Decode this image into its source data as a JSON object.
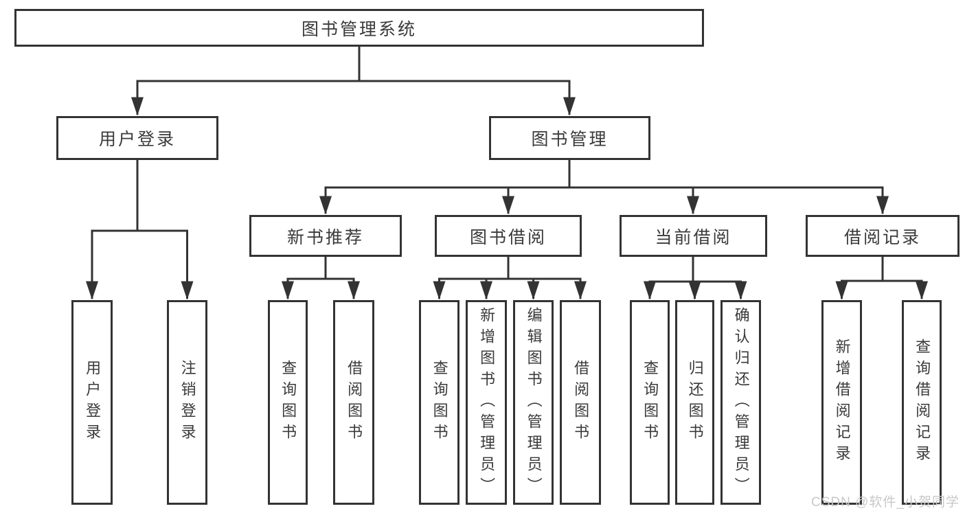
{
  "title": "图书管理系统",
  "watermark": {
    "text": "CSDN @软件_小贺同学"
  },
  "colors": {
    "line": "#333333",
    "border": "#333333",
    "text": "#3a3a3a",
    "background": "#ffffff",
    "watermark": "#c8c8c8"
  },
  "nodes": {
    "root": {
      "label": "图书管理系统"
    },
    "user_login": {
      "label": "用户登录",
      "parent": "图书管理系统"
    },
    "book_management": {
      "label": "图书管理",
      "parent": "图书管理系统"
    },
    "new_book_recommend": {
      "label": "新书推荐",
      "parent": "图书管理"
    },
    "book_borrow": {
      "label": "图书借阅",
      "parent": "图书管理"
    },
    "current_borrow": {
      "label": "当前借阅",
      "parent": "图书管理"
    },
    "borrow_records": {
      "label": "借阅记录",
      "parent": "图书管理"
    },
    "leaves": [
      {
        "label": "用户登录",
        "parent": "用户登录"
      },
      {
        "label": "注销登录",
        "parent": "用户登录"
      },
      {
        "label": "查询图书",
        "parent": "新书推荐"
      },
      {
        "label": "借阅图书",
        "parent": "新书推荐"
      },
      {
        "label": "查询图书",
        "parent": "图书借阅"
      },
      {
        "label": "新增图书（管理员）",
        "parent": "图书借阅"
      },
      {
        "label": "编辑图书（管理员）",
        "parent": "图书借阅"
      },
      {
        "label": "借阅图书",
        "parent": "图书借阅"
      },
      {
        "label": "查询图书",
        "parent": "当前借阅"
      },
      {
        "label": "归还图书",
        "parent": "当前借阅"
      },
      {
        "label": "确认归还（管理员）",
        "parent": "当前借阅"
      },
      {
        "label": "新增借阅记录",
        "parent": "借阅记录"
      },
      {
        "label": "查询借阅记录",
        "parent": "借阅记录"
      }
    ]
  }
}
